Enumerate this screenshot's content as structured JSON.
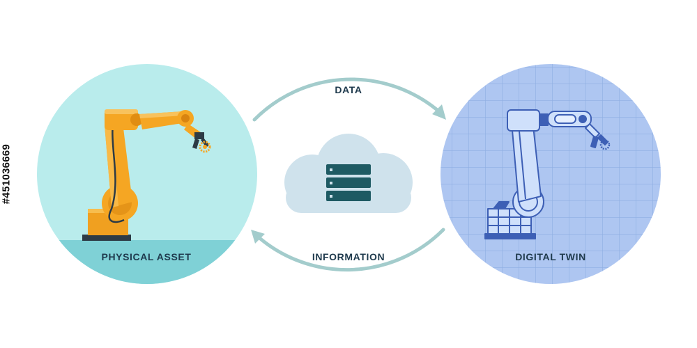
{
  "labels": {
    "data": "DATA",
    "information": "INFORMATION",
    "physical_asset": "PHYSICAL ASSET",
    "digital_twin": "DIGITAL TWIN"
  },
  "stock_id": "#451036669",
  "icons": {
    "physical": "industrial-robot-arm-icon",
    "digital": "digital-robot-arm-wireframe-icon",
    "cloud": "cloud-server-icon",
    "arrows": "cycle-arrows-icon"
  },
  "colors": {
    "physical_circle": "#b9ecec",
    "physical_floor": "#7fd1d6",
    "digital_circle": "#aec6f1",
    "digital_grid": "#8eaee2",
    "arrow": "#a3cccc",
    "cloud": "#cfe2ec",
    "server": "#1e5a63",
    "robot_orange": "#f5a623",
    "robot_blue": "#3d5fb5",
    "text": "#1f3a4d"
  }
}
